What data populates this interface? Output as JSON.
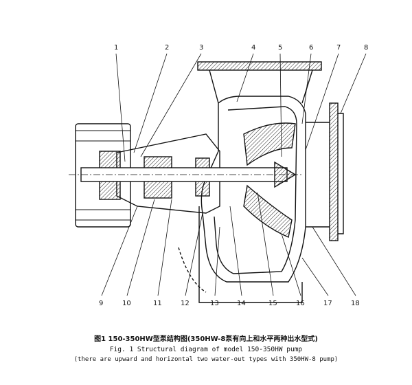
{
  "diagram": {
    "top_labels": [
      "1",
      "2",
      "3",
      "4",
      "5",
      "6",
      "7",
      "8"
    ],
    "bottom_labels": [
      "9",
      "10",
      "11",
      "12",
      "13",
      "14",
      "15",
      "16",
      "17",
      "18"
    ]
  },
  "captions": {
    "chinese": "图1 150-350HW型泵结构图(350HW-8泵有向上和水平两种出水型式)",
    "english_title": "Fig. 1 Structural diagram of model 150-350HW pump",
    "english_note": "(there are upward and horizontal two water-out types with 350HW-8 pump)"
  }
}
